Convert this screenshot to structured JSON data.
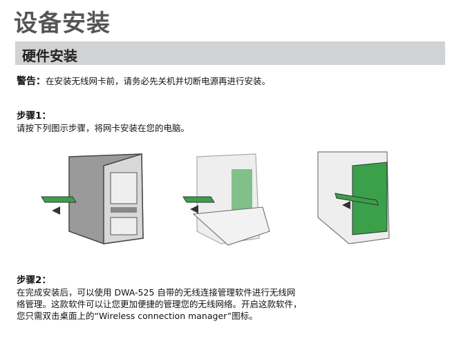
{
  "title": "设备安装",
  "section": "硬件安装",
  "warning": {
    "label": "警告：",
    "text": "在安装无线网卡前，请务必先关机并切断电源再进行安装。"
  },
  "step1": {
    "label": "步骤1：",
    "text": "请按下列图示步骤，将网卡安装在您的电脑。"
  },
  "step2": {
    "label": "步骤2：",
    "lines": [
      "在完成安装后，可以使用 DWA-525 自带的无线连接管理软件进行无线网",
      "络管理。这款软件可以让您更加便捷的管理您的无线网络。开启这款软件，",
      "您只需双击桌面上的“Wireless connection manager”图标。"
    ]
  },
  "colors": {
    "bar": "#d1d2d4",
    "card": "#3aa04a"
  }
}
